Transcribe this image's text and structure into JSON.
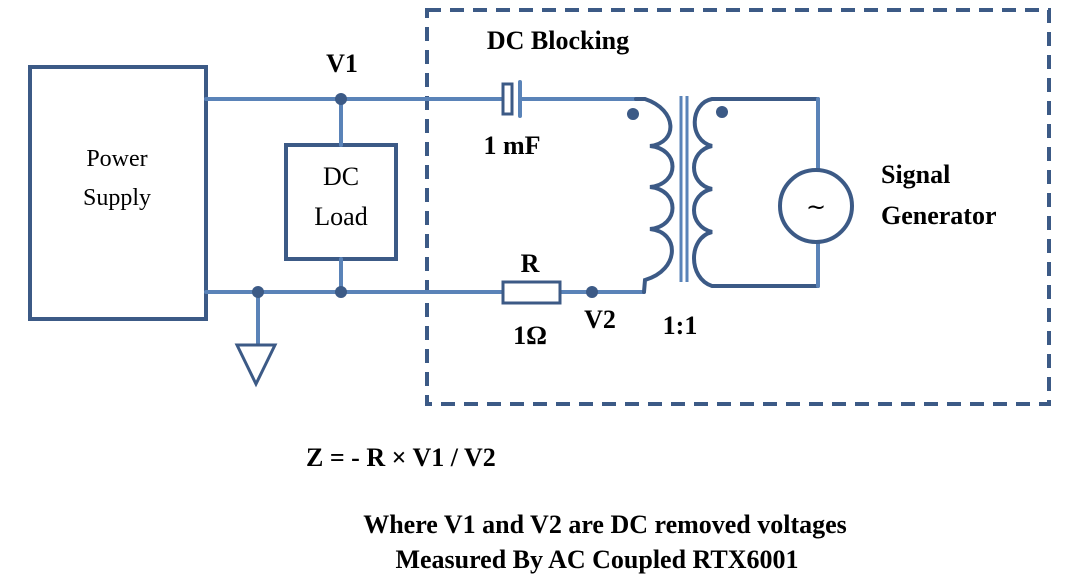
{
  "diagram": {
    "power_supply": {
      "line1": "Power",
      "line2": "Supply"
    },
    "dc_load": {
      "line1": "DC",
      "line2": "Load"
    },
    "dc_blocking_label": "DC Blocking",
    "signal_generator": {
      "line1": "Signal",
      "line2": "Generator",
      "symbol": "~"
    },
    "node_v1": "V1",
    "node_v2": "V2",
    "capacitor_value": "1 mF",
    "resistor_label": "R",
    "resistor_value": "1Ω",
    "transformer_ratio": "1:1",
    "formula": "Z = - R × V1 / V2",
    "note_line1": "Where V1 and V2 are DC removed voltages",
    "note_line2": "Measured By AC Coupled RTX6001"
  },
  "colors": {
    "stroke_dark": "#3c5a86",
    "stroke_wire": "#5a83b8"
  }
}
